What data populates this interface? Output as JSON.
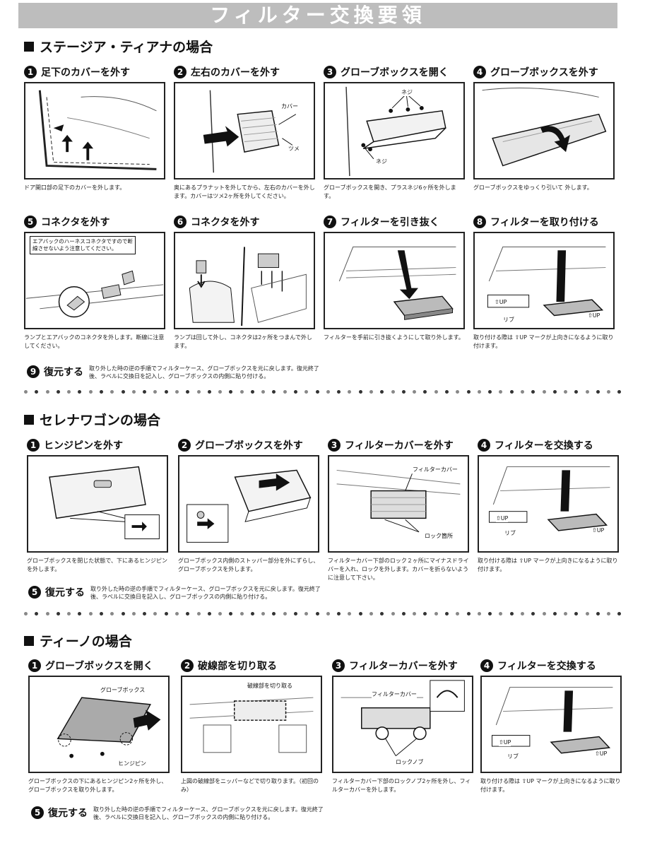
{
  "page": {
    "title": "フィルター交換要領"
  },
  "sections": [
    {
      "title": "ステージア・ティアナの場合",
      "steps": [
        {
          "num": "1",
          "head": "足下のカバーを外す",
          "caption": "ドア開口部の足下のカバーを外します。",
          "labels": []
        },
        {
          "num": "2",
          "head": "左右のカバーを外す",
          "caption": "奥にあるプラナットを外してから、左右のカバーを外します。カバーはツメ2ヶ所を外してください。",
          "labels": [
            "カバー",
            "ツメ"
          ]
        },
        {
          "num": "3",
          "head": "グローブボックスを開く",
          "caption": "グローブボックスを開き、プラスネジ6ヶ所を外します。",
          "labels": [
            "ネジ",
            "ネジ"
          ]
        },
        {
          "num": "4",
          "head": "グローブボックスを外す",
          "caption": "グローブボックスをゆっくり引いて 外します。",
          "labels": []
        },
        {
          "num": "5",
          "head": "コネクタを外す",
          "caption": "ランプとエアバックのコネクタを外します。断線に注意してください。",
          "labels": [],
          "note": "エアバックのハーネスコネクタですので断線させないよう注意してください。"
        },
        {
          "num": "6",
          "head": "コネクタを外す",
          "caption": "ランプは回して外し、コネクタは2ヶ所をつまんで外します。",
          "labels": []
        },
        {
          "num": "7",
          "head": "フィルターを引き抜く",
          "caption": "フィルターを手前に引き抜くようにして取り外します。",
          "labels": []
        },
        {
          "num": "8",
          "head": "フィルターを取り付ける",
          "caption": "取り付ける際は ⇧UP マークが上向きになるように取り付けます。",
          "labels": [
            "⇧UP",
            "リブ",
            "⇧UP"
          ]
        }
      ],
      "restore": {
        "num": "9",
        "head": "復元する",
        "text": "取り外した時の逆の手順でフィルターケース、グローブボックスを元に戻します。復元終了後、ラベルに交換日を記入し、グローブボックスの内側に貼り付ける。"
      }
    },
    {
      "title": "セレナワゴンの場合",
      "steps": [
        {
          "num": "1",
          "head": "ヒンジピンを外す",
          "caption": "グローブボックスを閉じた状態で、下にあるヒンジピンを外します。",
          "labels": []
        },
        {
          "num": "2",
          "head": "グローブボックスを外す",
          "caption": "グローブボックス内側のストッパー部分を外にずらし、グローブボックスを外します。",
          "labels": []
        },
        {
          "num": "3",
          "head": "フィルターカバーを外す",
          "caption": "フィルターカバー下部のロック２ヶ所にマイナスドライバーを入れ、ロックを外します。カバーを折らないように注意して下さい。",
          "labels": [
            "フィルターカバー",
            "ロック箇所"
          ]
        },
        {
          "num": "4",
          "head": "フィルターを交換する",
          "caption": "取り付ける際は ⇧UP マークが上向きになるように取り付けます。",
          "labels": [
            "⇧UP",
            "リブ",
            "⇧UP"
          ]
        }
      ],
      "restore": {
        "num": "5",
        "head": "復元する",
        "text": "取り外した時の逆の手順でフィルターケース、グローブボックスを元に戻します。復元終了後、ラベルに交換日を記入し、グローブボックスの内側に貼り付ける。"
      }
    },
    {
      "title": "ティーノの場合",
      "steps": [
        {
          "num": "1",
          "head": "グローブボックスを開く",
          "caption": "グローブボックスの下にあるヒンジピン2ヶ所を外し、グローブボックスを取り外します。",
          "labels": [
            "グローブボックス",
            "ヒンジピン"
          ]
        },
        {
          "num": "2",
          "head": "破線部を切り取る",
          "caption": "上図の破線部をニッパーなどで切り取ります。（初回のみ）",
          "labels": [
            "破線部を切り取る"
          ]
        },
        {
          "num": "3",
          "head": "フィルターカバーを外す",
          "caption": "フィルターカバー下部のロックノブ2ヶ所を外し、フィルターカバーを外します。",
          "labels": [
            "フィルターカバー",
            "ロックノブ"
          ]
        },
        {
          "num": "4",
          "head": "フィルターを交換する",
          "caption": "取り付ける際は ⇧UP マークが上向きになるように取り付けます。",
          "labels": [
            "⇧UP",
            "リブ",
            "⇧UP"
          ]
        }
      ],
      "restore": {
        "num": "5",
        "head": "復元する",
        "text": "取り外した時の逆の手順でフィルターケース、グローブボックスを元に戻します。復元終了後、ラベルに交換日を記入し、グローブボックスの内側に貼り付ける。"
      }
    }
  ]
}
